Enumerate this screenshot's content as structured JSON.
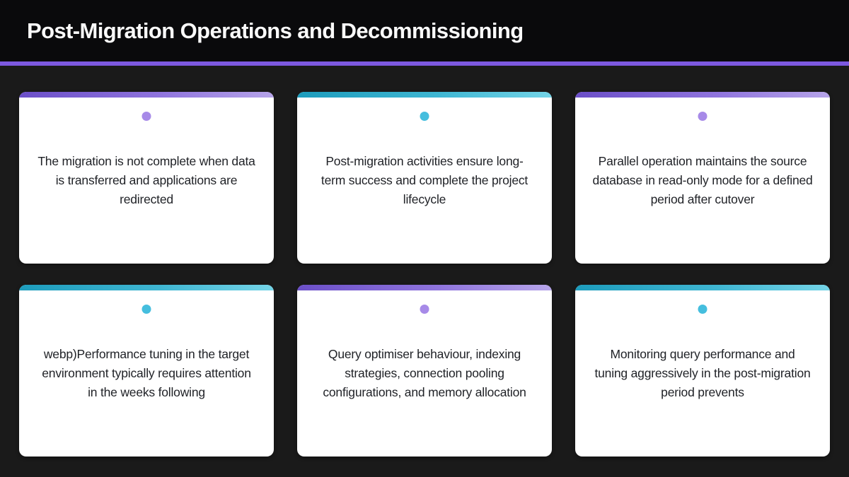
{
  "header": {
    "title": "Post-Migration Operations and Decommissioning"
  },
  "theme": {
    "page_background": "#1a1a1a",
    "header_background": "#0a0a0c",
    "divider_color": "#7d59e0",
    "card_background": "#ffffff",
    "card_text_color": "#1f2126",
    "purple_accent_start": "#6b4fc8",
    "purple_accent_end": "#b6a4e9",
    "teal_accent_start": "#1d9cbc",
    "teal_accent_end": "#74d4e7",
    "purple_dot": "#a78ae8",
    "teal_dot": "#45bede"
  },
  "cards": [
    {
      "accent": "purple",
      "text": "The migration is not complete when data is transferred and applications are redirected"
    },
    {
      "accent": "teal",
      "text": "Post-migration activities ensure long-term success and complete the project lifecycle"
    },
    {
      "accent": "purple",
      "text": "Parallel operation maintains the source database in read-only mode for a defined period after cutover"
    },
    {
      "accent": "teal",
      "text": "webp)Performance tuning in the target environment typically requires attention in the weeks following"
    },
    {
      "accent": "purple",
      "text": "Query optimiser behaviour, indexing strategies, connection pooling configurations, and memory allocation"
    },
    {
      "accent": "teal",
      "text": "Monitoring query performance and tuning aggressively in the post-migration period prevents"
    }
  ]
}
